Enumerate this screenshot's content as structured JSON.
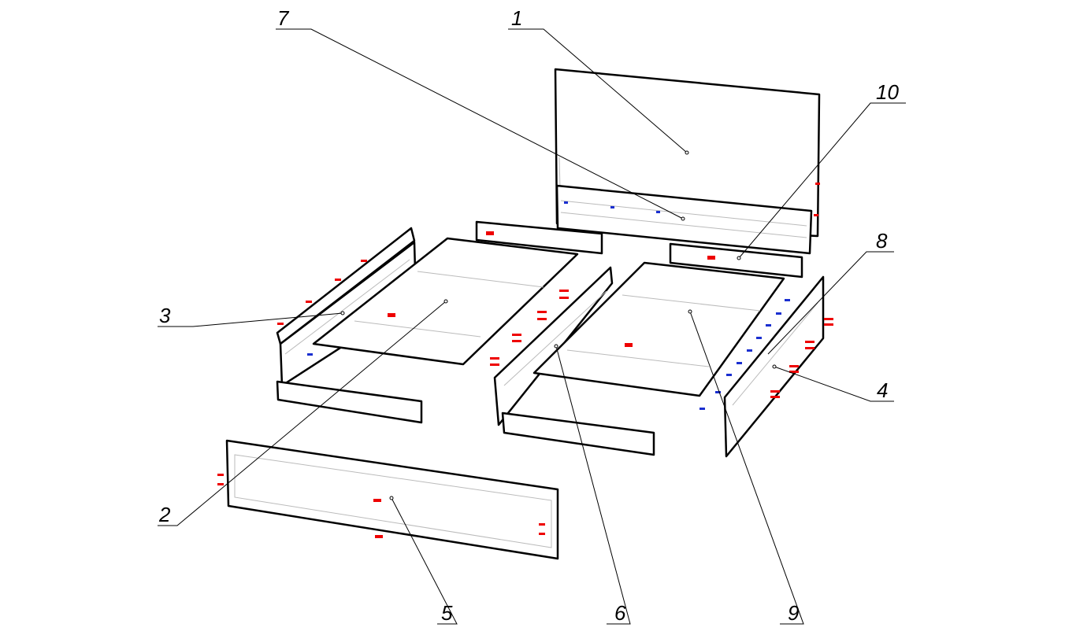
{
  "diagram": {
    "type": "exploded assembly drawing",
    "part_labels": [
      "1",
      "2",
      "3",
      "4",
      "5",
      "6",
      "7",
      "8",
      "9",
      "10"
    ],
    "colors": {
      "line": "#000000",
      "fastener_red": "#e00000",
      "fastener_blue": "#1a2fd0",
      "hidden_line": "#bbbbbb"
    }
  }
}
